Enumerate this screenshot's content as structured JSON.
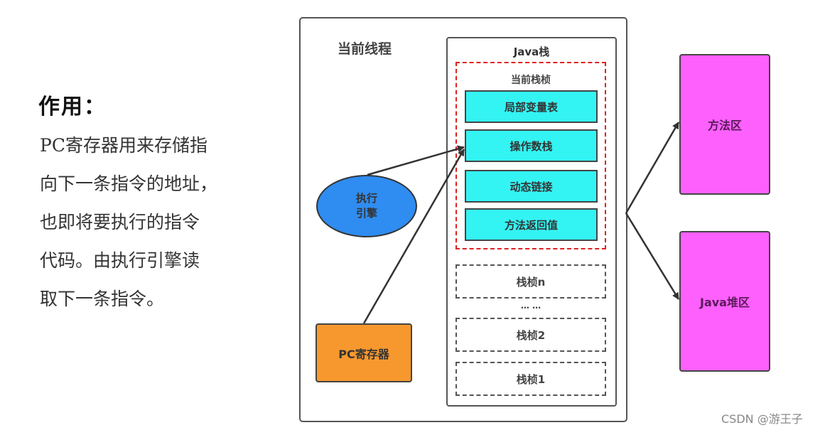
{
  "left_text": {
    "heading": "作用：",
    "lines": [
      "PC寄存器用来存储指",
      "向下一条指令的地址，",
      "也即将要执行的指令",
      "代码。由执行引擎读",
      "取下一条指令。"
    ]
  },
  "diagram": {
    "thread_label": "当前线程",
    "java_stack_label": "Java栈",
    "current_frame_label": "当前栈桢",
    "current_frame_cells": [
      "局部变量表",
      "操作数栈",
      "动态链接",
      "方法返回值"
    ],
    "frames": [
      "栈桢n",
      "栈桢2",
      "栈桢1"
    ],
    "ellipsis": "… …",
    "execution_engine": [
      "执行",
      "引擎"
    ],
    "pc_register": "PC寄存器",
    "method_area": "方法区",
    "java_heap": "Java堆区",
    "colors": {
      "cell": "#33f3f3",
      "engine": "#2f8cf0",
      "pc_register": "#f7982e",
      "areas": "#fd60fd",
      "current_frame_border": "#e02020"
    }
  },
  "watermark": "CSDN @游王子"
}
